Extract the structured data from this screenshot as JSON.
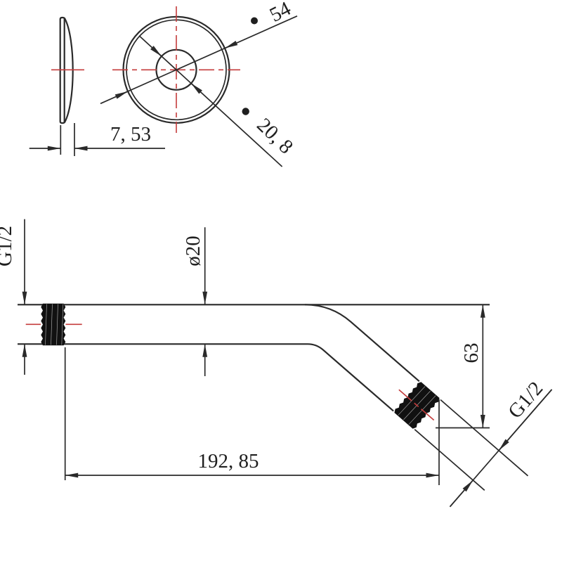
{
  "drawing": {
    "flange_side_view": {
      "thickness_label": "7, 53"
    },
    "flange_front_view": {
      "outer_diameter_label": "54",
      "inner_diameter_label": "20, 8"
    },
    "arm_view": {
      "wall_thread_label": "G1/2",
      "pipe_diameter_label": "ø20",
      "drop_height_label": "63",
      "head_thread_label": "G1/2",
      "length_label": "192, 85"
    },
    "colors": {
      "line": "#2a2a2a",
      "centerline": "#c43c3c",
      "text": "#1f1f1f",
      "background": "#ffffff"
    }
  }
}
